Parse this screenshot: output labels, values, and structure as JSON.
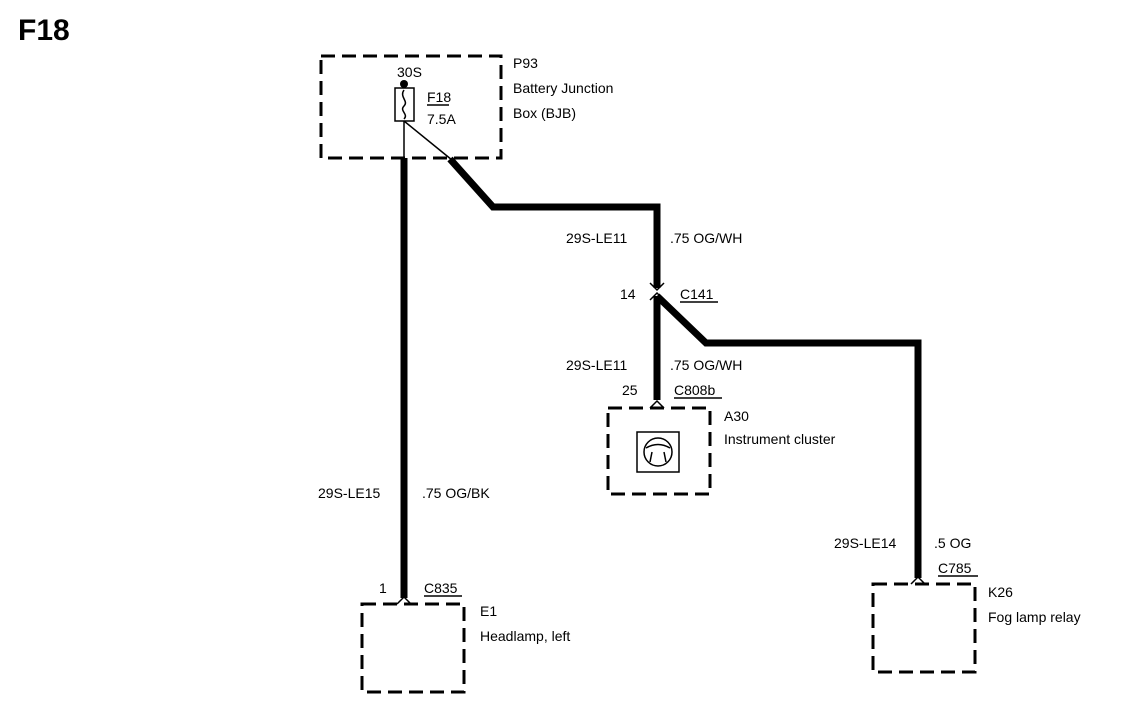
{
  "diagram_title": "F18",
  "bjb": {
    "ref": "P93",
    "name_line1": "Battery Junction",
    "name_line2": "Box (BJB)",
    "feed": "30S",
    "fuse": "F18",
    "rating": "7.5A"
  },
  "wire_to_c141": {
    "circuit": "29S-LE11",
    "spec": ".75 OG/WH"
  },
  "c141": {
    "pin": "14",
    "connector": "C141"
  },
  "wire_to_c808b": {
    "circuit": "29S-LE11",
    "spec": ".75 OG/WH"
  },
  "c808b": {
    "pin": "25",
    "connector": "C808b"
  },
  "instrument_cluster": {
    "ref": "A30",
    "name": "Instrument cluster"
  },
  "wire_to_c835": {
    "circuit": "29S-LE15",
    "spec": ".75 OG/BK"
  },
  "c835": {
    "pin": "1",
    "connector": "C835"
  },
  "headlamp": {
    "ref": "E1",
    "name": "Headlamp, left"
  },
  "wire_to_c785": {
    "circuit": "29S-LE14",
    "spec": ".5 OG"
  },
  "c785": {
    "connector": "C785"
  },
  "fog_relay": {
    "ref": "K26",
    "name": "Fog lamp relay"
  }
}
